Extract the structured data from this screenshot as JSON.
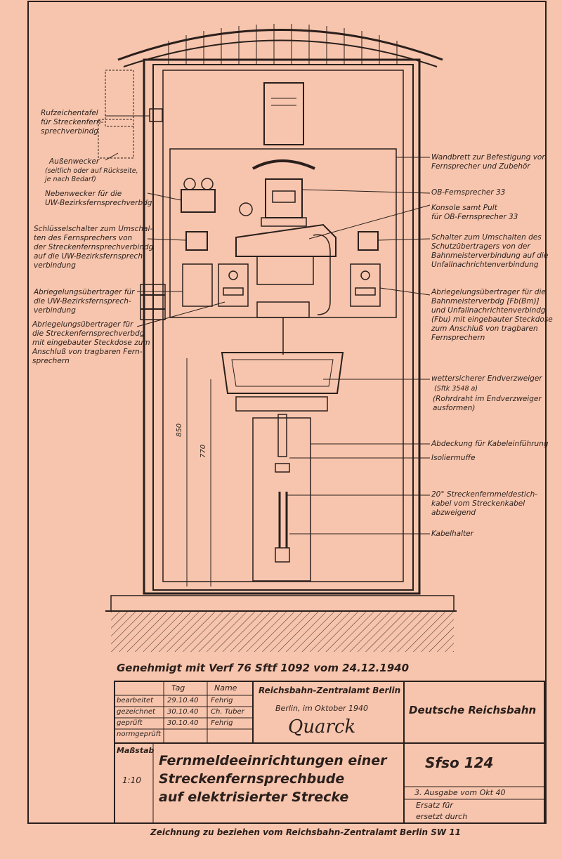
{
  "labels": {
    "rufzeichentafel": "Rufzeichentafel\nfür Streckenfern-\nsprechverbindg",
    "aussenwecker": "Außenwecker",
    "aussenwecker_note": "(seitlich oder auf Rückseite,\nje nach Bedarf)",
    "nebenwecker": "Nebenwecker für die\nUW-Bezirksfernsprechverbdg",
    "schluesselschalter": "Schlüsselschalter zum Umschal-\nten des Fernsprechers von\nder Streckenfernsprechverbindg\nauf die UW-Bezirksfernsprech-\nverbindung",
    "abriegelung_uw": "Abriegelungsübertrager für\ndie UW-Bezirksfernsprech-\nverbindung",
    "abriegelung_strecke": "Abriegelungsübertrager für\ndie Streckenfernsprechverbdg\nmit eingebauter Steckdose zum\nAnschluß von tragbaren Fern-\nsprechern",
    "wandbrett": "Wandbrett zur Befestigung von\nFernsprecher und Zubehör",
    "ob_fernsprecher": "OB-Fernsprecher 33",
    "konsole": "Konsole samt Pult\nfür OB-Fernsprecher 33",
    "schalter_schutz": "Schalter zum Umschalten des\nSchutzübertragers von der\nBahnmeisterverbindung auf die\nUnfallnachrichtenverbindung",
    "abriegelung_bahnmeister": "Abriegelungsübertrager für die\nBahnmeisterverbdg [Fb(Bm)]\nund Unfallnachrichtenverbindg\n(Fbu) mit eingebauter Steckdose\nzum Anschluß von tragbaren\nFernsprechern",
    "endverzweiger": "wettersicherer Endverzweiger",
    "endverzweiger_note": "(Sftk 3548 a)",
    "rohrdraht": "(Rohrdraht im Endverzweiger\nausformen)",
    "abdeckung": "Abdeckung für Kabeleinführung",
    "isoliermuffe": "Isoliermuffe",
    "stichkabel": "20° Streckenfernmeldestich-\nkabel vom Streckenkabel\nabzweigend",
    "kabelhalter": "Kabelhalter"
  },
  "dimensions": {
    "outer": "850",
    "inner": "770"
  },
  "approval": "Genehmigt mit Verf 76 Sftf 1092 vom 24.12.1940",
  "title_block": {
    "col_tag": "Tag",
    "col_name": "Name",
    "rows": [
      {
        "role": "bearbeitet",
        "date": "29.10.40",
        "name": "Fehrig"
      },
      {
        "role": "gezeichnet",
        "date": "30.10.40",
        "name": "Ch. Tuber"
      },
      {
        "role": "geprüft",
        "date": "30.10.40",
        "name": "Fehrig"
      },
      {
        "role": "normgeprüft",
        "date": "",
        "name": ""
      }
    ],
    "office": "Reichsbahn-Zentralamt Berlin",
    "place_date": "Berlin, im Oktober 1940",
    "signature": "Quarck",
    "company": "Deutsche Reichsbahn",
    "massstab_label": "Maßstab",
    "massstab_value": "1:10",
    "title": "Fernmeldeeinrichtungen einer\nStreckenfernsprechbude\nauf elektrisierter Strecke",
    "drawing_no": "Sfso 124",
    "edition": "3. Ausgabe vom Okt 40",
    "ersatz": "Ersatz für",
    "ersetzt": "ersetzt durch"
  },
  "footer": "Zeichnung zu beziehen vom Reichsbahn-Zentralamt Berlin SW 11"
}
